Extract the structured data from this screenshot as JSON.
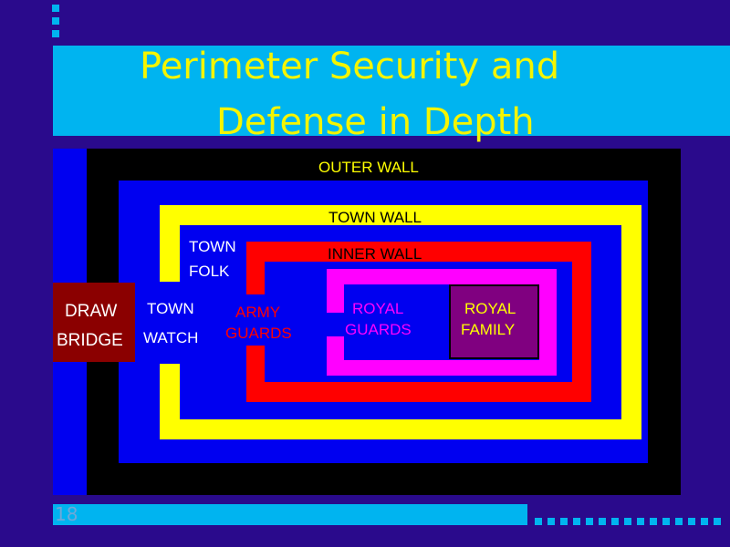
{
  "slide": {
    "title_line1": "Perimeter Security and",
    "title_line2": "Defense in Depth",
    "number": "18"
  },
  "labels": {
    "outer_wall": "OUTER WALL",
    "town_wall": "TOWN WALL",
    "inner_wall": "INNER WALL",
    "town_folk_1": "TOWN",
    "town_folk_2": "FOLK",
    "draw_bridge_1": "DRAW",
    "draw_bridge_2": "BRIDGE",
    "town_watch_1": "TOWN",
    "town_watch_2": "WATCH",
    "army_guards_1": "ARMY",
    "army_guards_2": "GUARDS",
    "royal_guards_1": "ROYAL",
    "royal_guards_2": "GUARDS",
    "royal_family_1": "ROYAL",
    "royal_family_2": "FAMILY"
  },
  "colors": {
    "background": "#2a0a8c",
    "band": "#00b4f0",
    "title": "#f5f500",
    "outer_wall": "#000000",
    "town_wall": "#ffff00",
    "inner_wall": "#ff0000",
    "royal_guards": "#ff00ff",
    "royal_family": "#800080",
    "draw_bridge": "#8b0000",
    "blue_zone": "#0000f0",
    "white_label": "#ffffff",
    "slide_number": "#6fa8d8"
  }
}
